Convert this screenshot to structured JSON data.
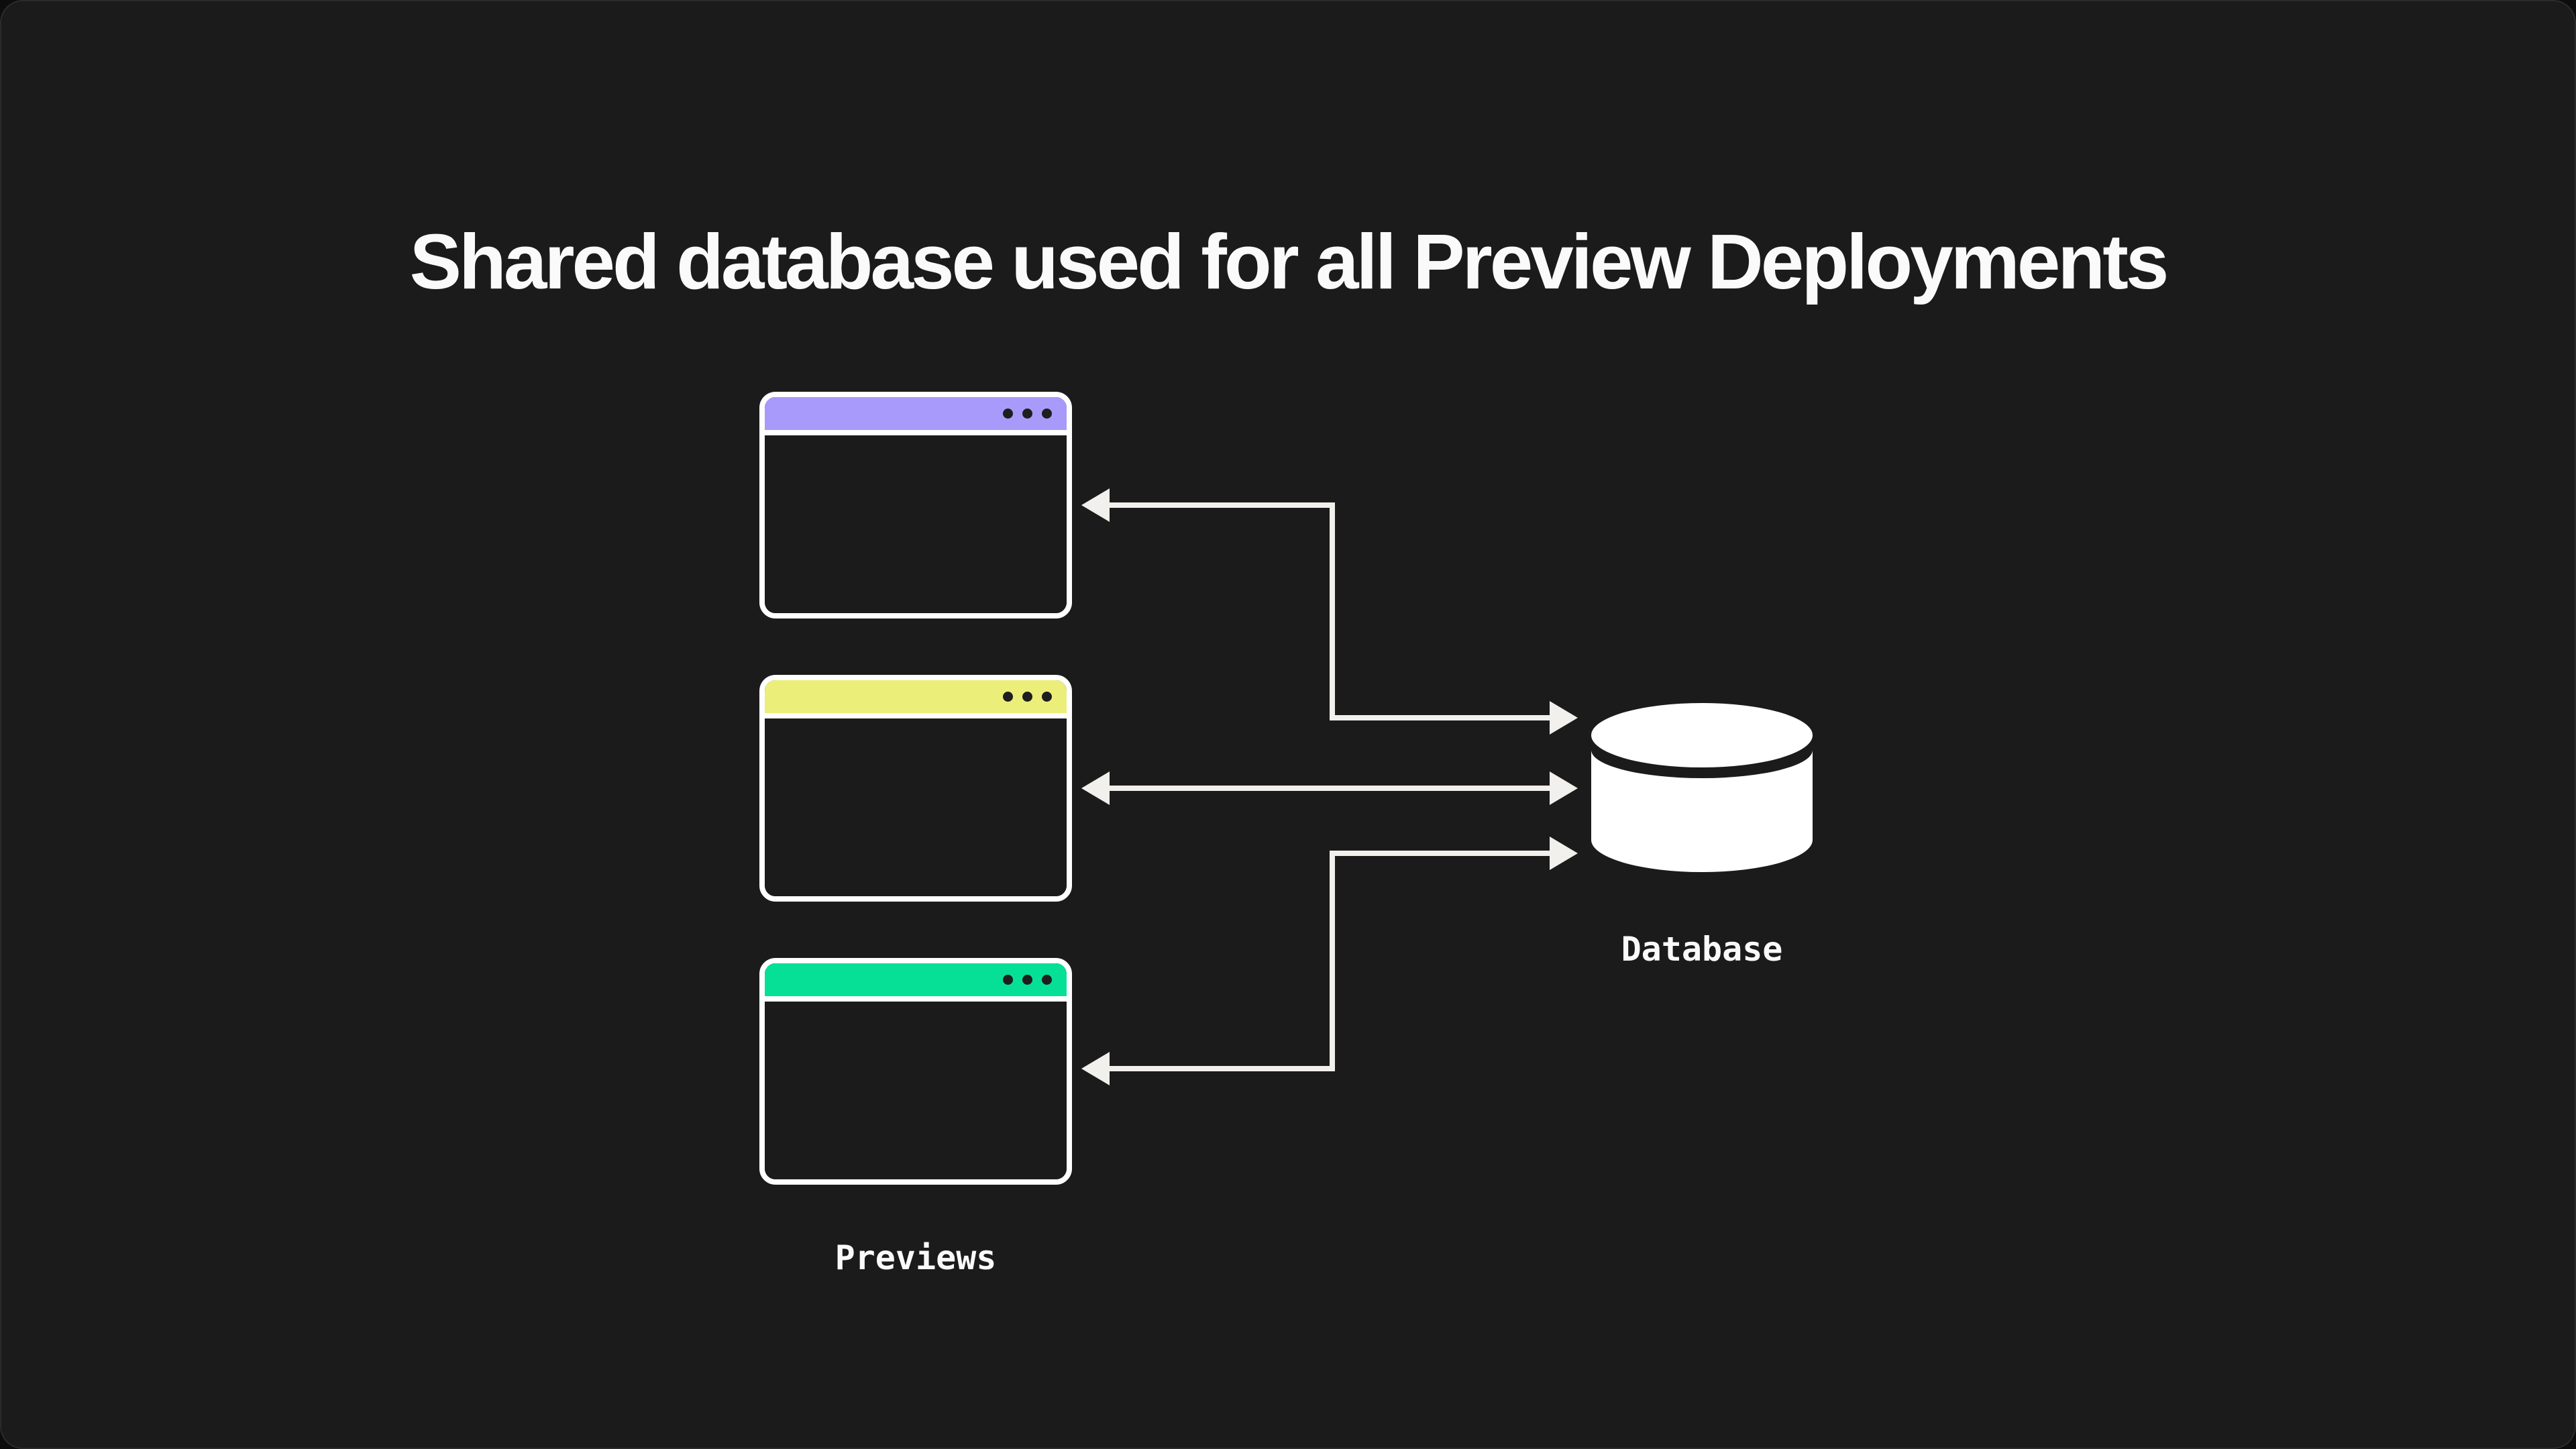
{
  "theme": {
    "bg": "#1b1b1b",
    "white": "#ffffff",
    "arrow": "#f2f0ec",
    "text": "#fafafa",
    "dot": "#1e1e1e"
  },
  "title": "Shared database used for all Preview Deployments",
  "previews": {
    "label": "Previews",
    "windows": [
      {
        "id": "preview-window-1",
        "titlebar_color": "#a89afa"
      },
      {
        "id": "preview-window-2",
        "titlebar_color": "#ecee7a"
      },
      {
        "id": "preview-window-3",
        "titlebar_color": "#06e096"
      }
    ]
  },
  "database": {
    "label": "Database",
    "icon": "database-cylinder-icon",
    "color": "#ffffff"
  },
  "connections": [
    {
      "from": "preview-window-1",
      "to": "database",
      "style": "bidirectional-elbow-arrow"
    },
    {
      "from": "preview-window-2",
      "to": "database",
      "style": "bidirectional-straight-arrow"
    },
    {
      "from": "preview-window-3",
      "to": "database",
      "style": "bidirectional-elbow-arrow"
    }
  ]
}
